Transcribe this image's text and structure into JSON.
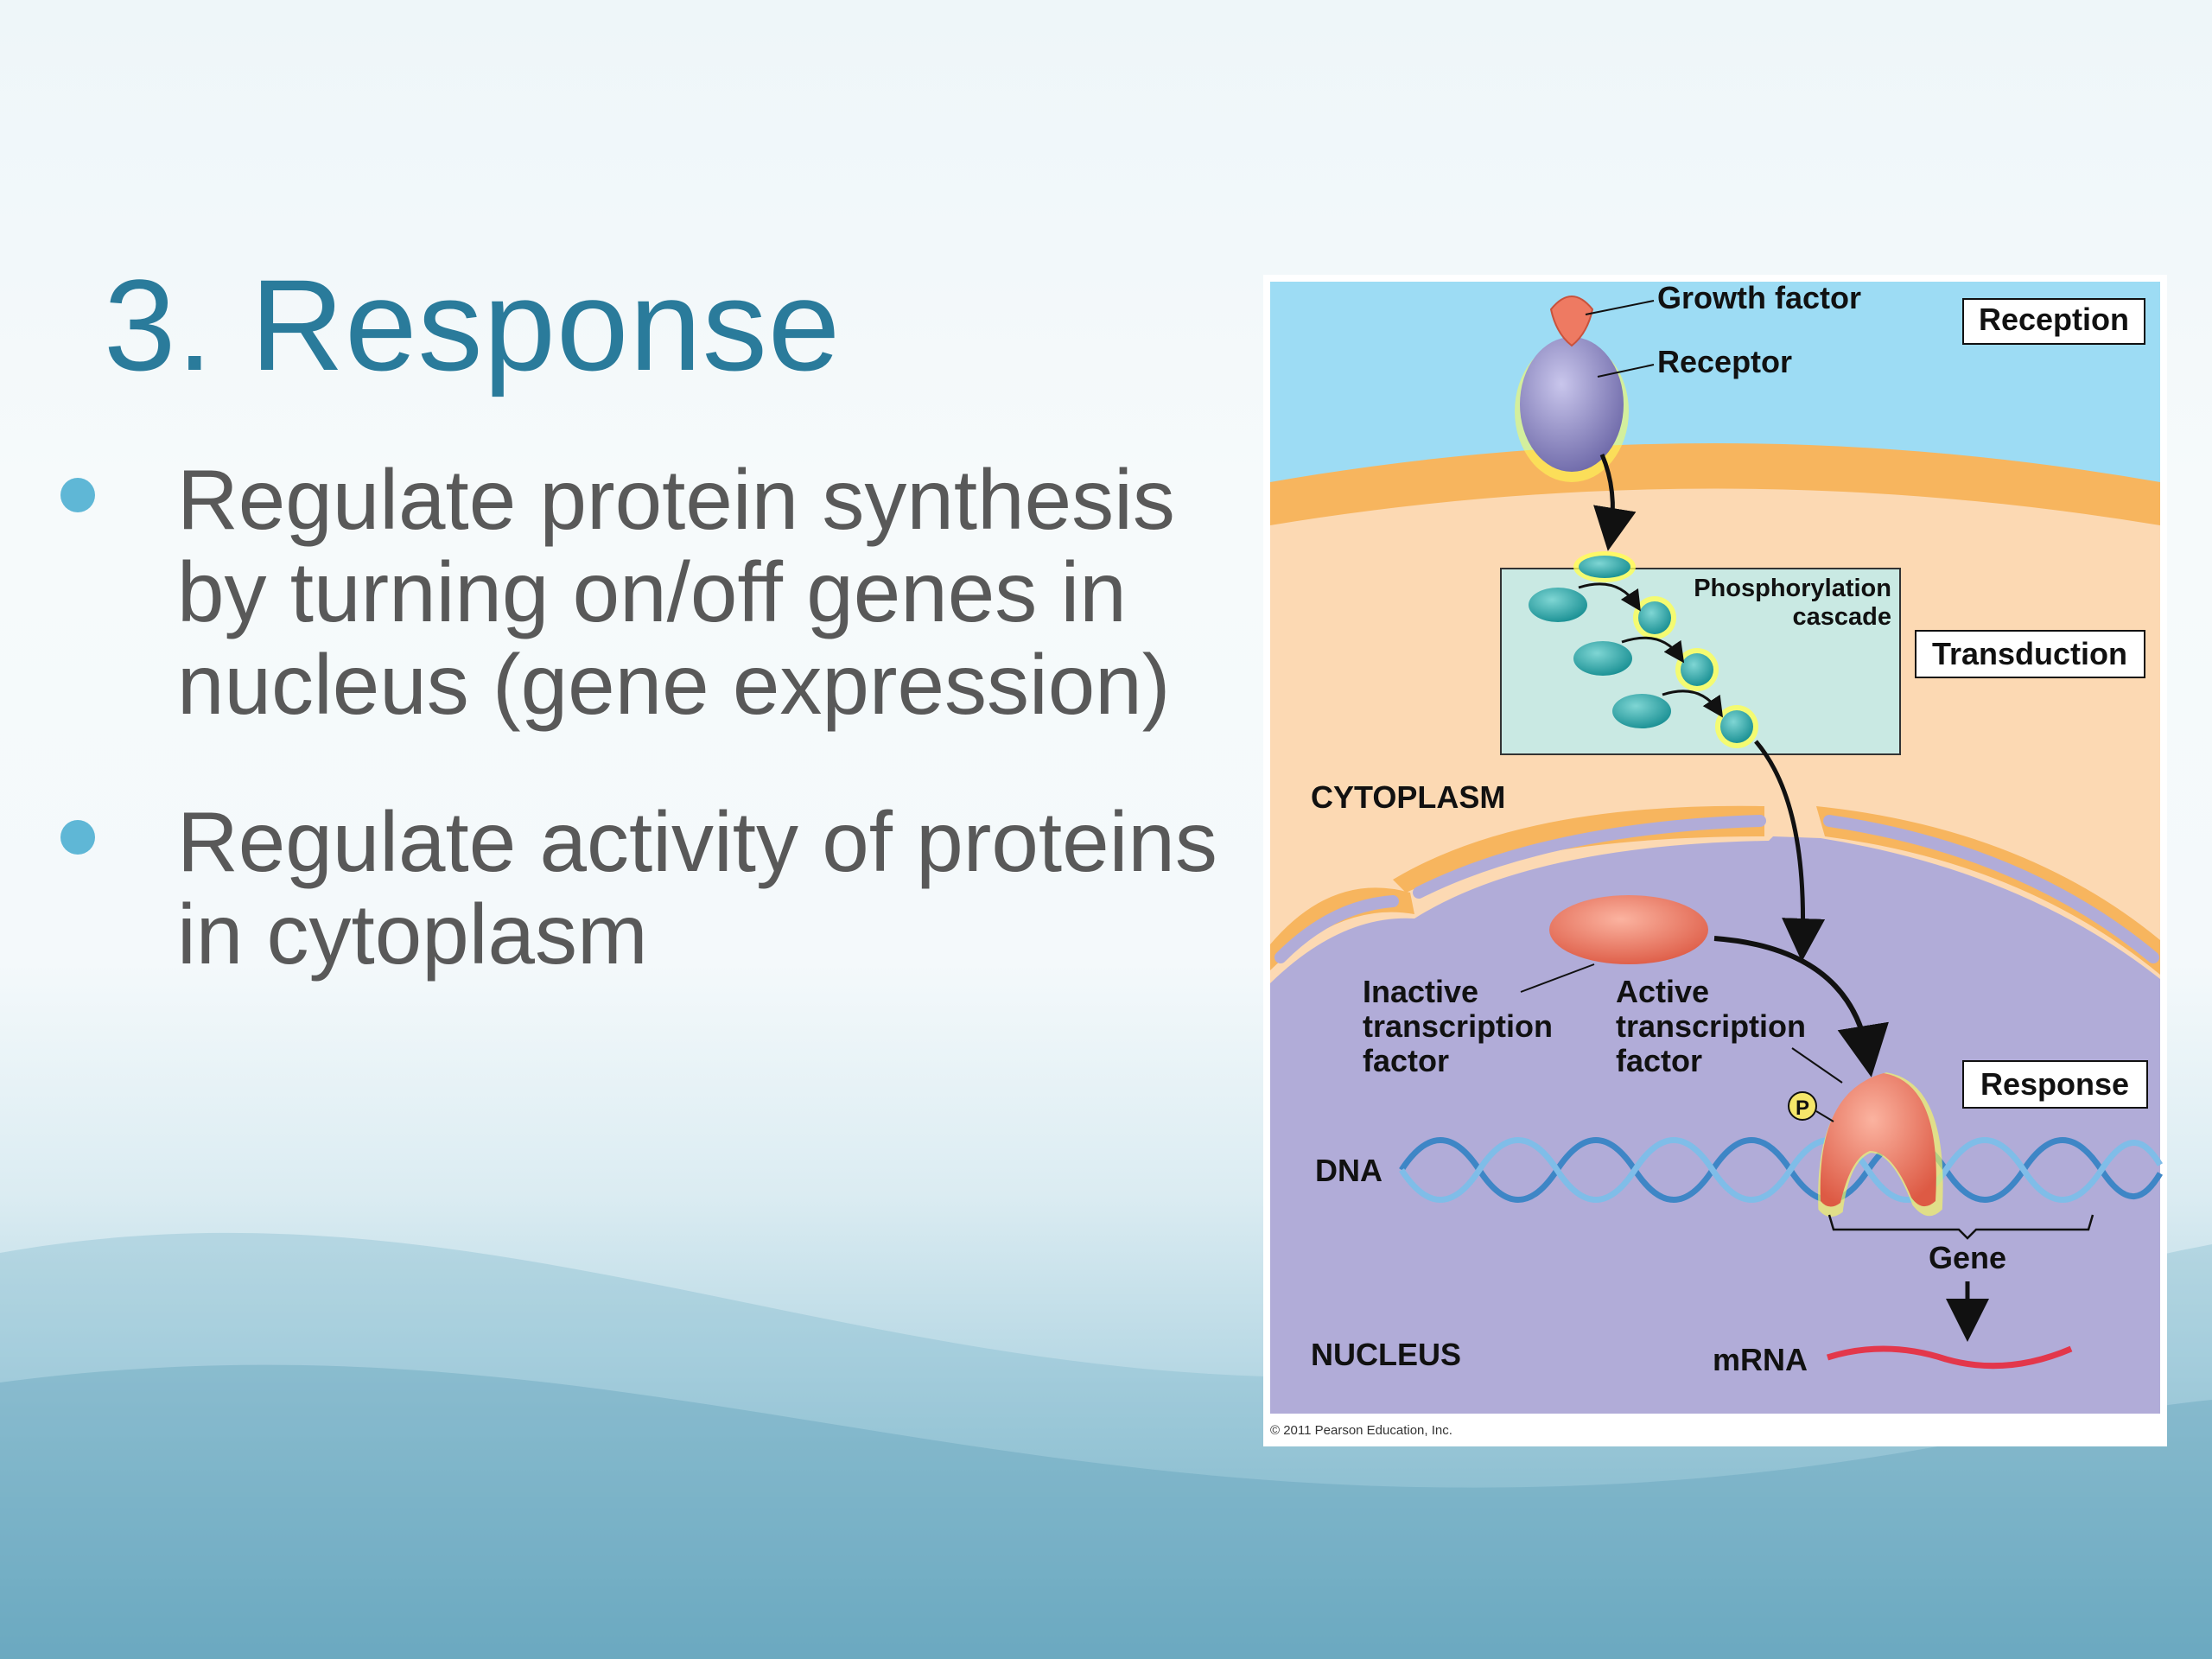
{
  "slide": {
    "title": "3. Response",
    "bullets": [
      "Regulate protein synthesis by turning on/off genes in nucleus (gene expression)",
      "Regulate activity of proteins in cytoplasm"
    ]
  },
  "figure": {
    "labels": {
      "growth_factor": "Growth factor",
      "receptor": "Receptor",
      "phosphorylation_line1": "Phosphorylation",
      "phosphorylation_line2": "cascade",
      "cytoplasm": "CYTOPLASM",
      "inactive_line1": "Inactive",
      "inactive_line2": "transcription",
      "inactive_line3": "factor",
      "active_line1": "Active",
      "active_line2": "transcription",
      "active_line3": "factor",
      "phosphate": "P",
      "dna": "DNA",
      "gene": "Gene",
      "nucleus": "NUCLEUS",
      "mrna": "mRNA"
    },
    "stage_boxes": {
      "reception": "Reception",
      "transduction": "Transduction",
      "response": "Response"
    },
    "copyright": "© 2011 Pearson Education, Inc."
  },
  "colors": {
    "title": "#2a7b9b",
    "bullet_text": "#595959",
    "bullet_dot": "#5fb7d6",
    "extracellular": "#9ddcf4",
    "membrane": "#f7b55e",
    "cytoplasm": "#fcd9b3",
    "nucleus": "#b1acd8",
    "receptor": "#8a86bf",
    "kinase": "#2aa6a8",
    "transcription_factor": "#ea7058"
  }
}
